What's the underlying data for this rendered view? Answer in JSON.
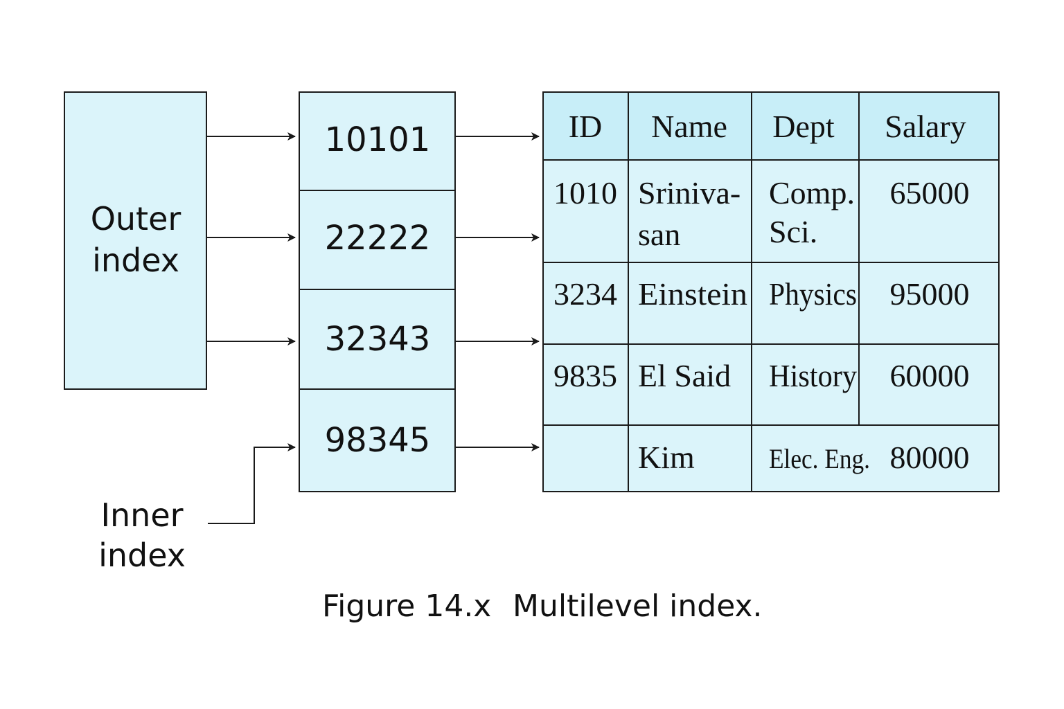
{
  "outer_index": {
    "label_line1": "Outer",
    "label_line2": "index"
  },
  "inner_index": {
    "label_line1": "Inner",
    "label_line2": "index",
    "keys": [
      "10101",
      "22222",
      "32343",
      "98345"
    ]
  },
  "table": {
    "headers": [
      "ID",
      "Name",
      "Dept",
      "Salary"
    ],
    "rows": [
      {
        "id": "1010",
        "name": [
          "Sriniva-",
          "san"
        ],
        "dept": [
          "Comp.",
          "Sci."
        ],
        "salary": "65000"
      },
      {
        "id": "3234",
        "name": [
          "Einstein"
        ],
        "dept": [
          "Physics"
        ],
        "salary": "95000"
      },
      {
        "id": "9835",
        "name": [
          "El Said"
        ],
        "dept": [
          "History"
        ],
        "salary": "60000"
      },
      {
        "id": "",
        "name": [
          "Kim"
        ],
        "dept": [
          "Elec. Eng."
        ],
        "salary": "80000"
      }
    ]
  },
  "caption": {
    "number": "Figure 14.x",
    "text": "Multilevel index."
  },
  "colors": {
    "box_fill": "#dbf4fa",
    "header_fill": "#c8eef8",
    "stroke": "#1a1a1a",
    "text": "#111111"
  }
}
